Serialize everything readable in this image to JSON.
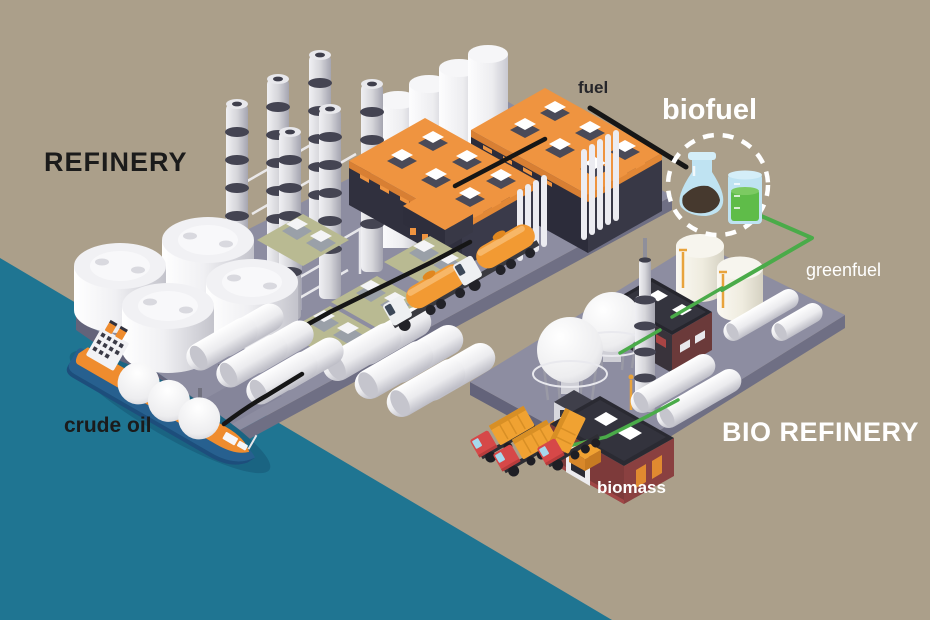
{
  "labels": {
    "refinery": "REFINERY",
    "crude_oil": "crude oil",
    "fuel": "fuel",
    "biofuel": "biofuel",
    "greenfuel": "greenfuel",
    "bio_refinery": "BIO REFINERY",
    "biomass": "biomass"
  },
  "flows": [
    {
      "from": "crude oil ship",
      "to": "refinery",
      "via": "black pipeline"
    },
    {
      "from": "refinery",
      "to": "biofuel",
      "label": "fuel",
      "line_color": "#161616"
    },
    {
      "from": "biofuel",
      "to": "bio refinery",
      "label": "greenfuel",
      "line_color": "#4aab49"
    },
    {
      "from": "biomass trucks",
      "to": "bio refinery",
      "via": "dump hopper"
    }
  ],
  "colors": {
    "background_land": "#ab9f8a",
    "water": "#1f7592",
    "platform": "#8d8da1",
    "platform_side": "#69697d",
    "roof_orange": "#ef9440",
    "building_dark": "#31313f",
    "building_maroon": "#7d3a3a",
    "pipe_black": "#161616",
    "pipe_green": "#4aab49",
    "ship_hull_blue": "#27608f",
    "deck_orange": "#ef8c2e",
    "truck_tank_orange": "#f29a33",
    "dump_truck_red": "#d64848",
    "dump_bed_yellow": "#f0a232",
    "label_dark": "#1b1b1b",
    "label_light": "#ffffff"
  }
}
